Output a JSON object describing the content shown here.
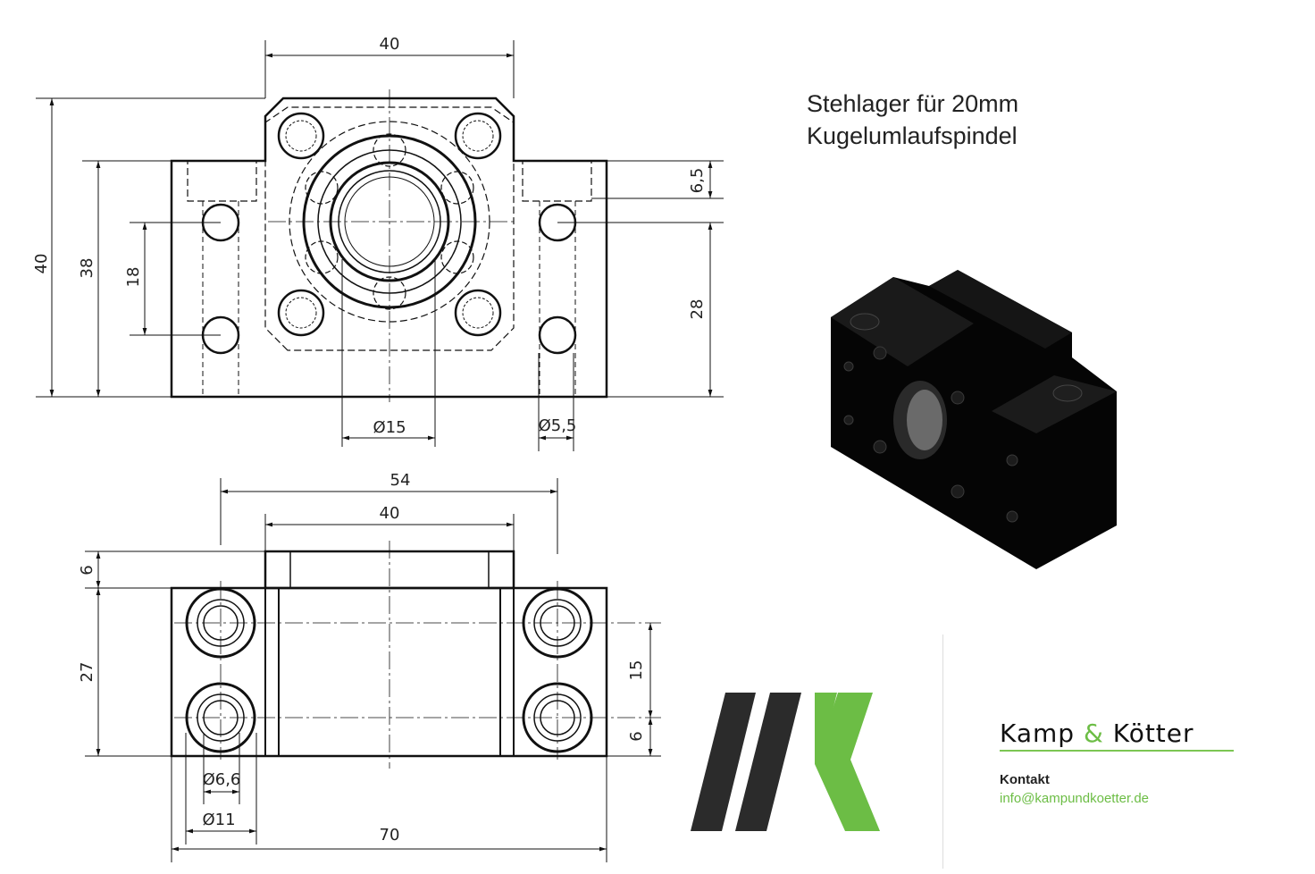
{
  "title": {
    "line1": "Stehlager für 20mm",
    "line2": "Kugelumlaufspindel"
  },
  "top_view_dims": {
    "width_top": "40",
    "height_total": "40",
    "height_base": "38",
    "hole_spacing": "18",
    "counterbore_depth": "6,5",
    "hole_height": "28",
    "bore_dia": "Ø15",
    "hole_dia": "Ø5,5"
  },
  "front_view_dims": {
    "hole_spacing_x": "54",
    "block_width": "40",
    "top_height": "6",
    "base_height": "27",
    "hole_spacing_y": "15",
    "hole_offset": "6",
    "hole_dia_small": "Ø6,6",
    "hole_dia_large": "Ø11",
    "total_width": "70"
  },
  "brand": {
    "name_part1": "Kamp",
    "amp": "&",
    "name_part2": "Kötter",
    "contact_label": "Kontakt",
    "email": "info@kampundkoetter.de"
  },
  "colors": {
    "accent": "#6cbd45",
    "dark": "#2b2b2b"
  }
}
